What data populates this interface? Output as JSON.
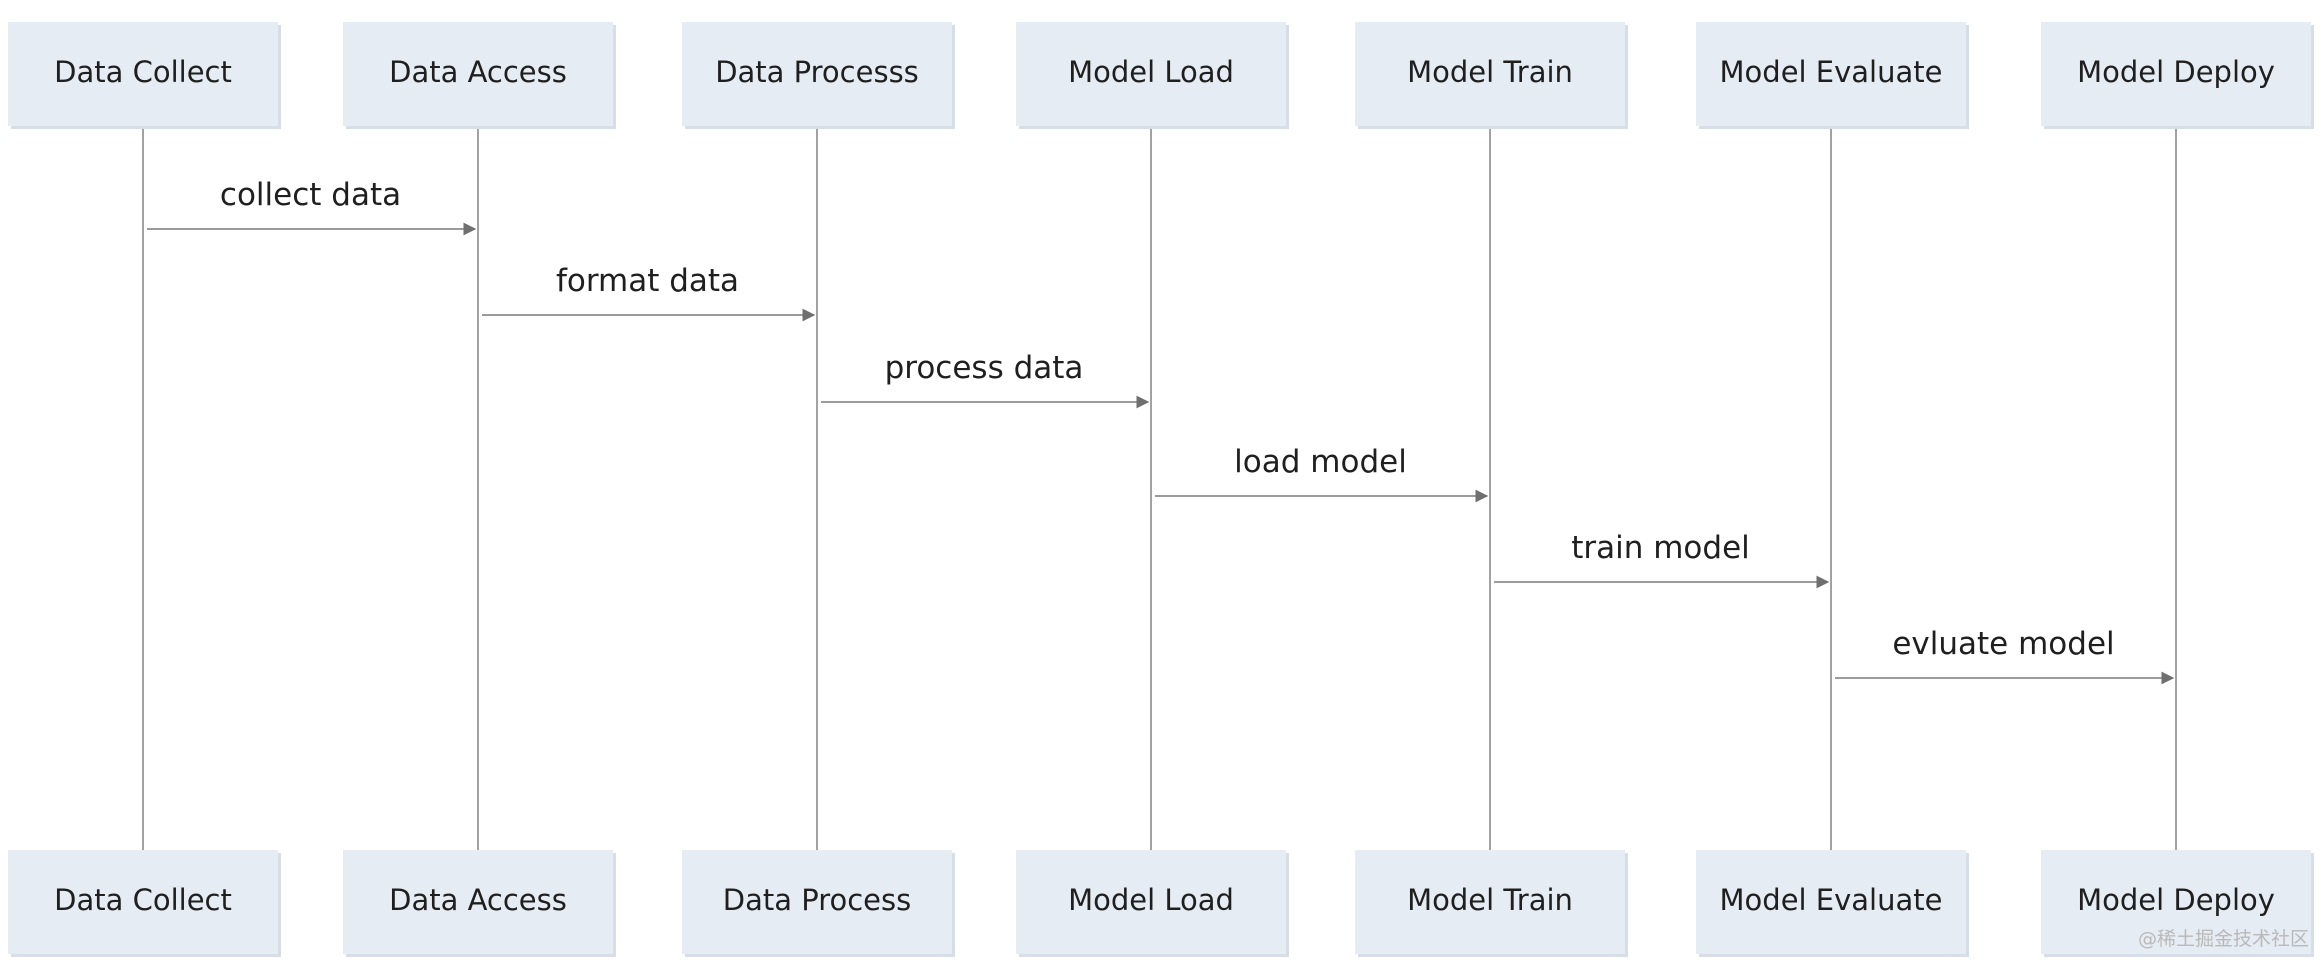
{
  "actors_top": [
    "Data Collect",
    "Data Access",
    "Data Processs",
    "Model Load",
    "Model Train",
    "Model Evaluate",
    "Model Deploy"
  ],
  "actors_bottom": [
    "Data Collect",
    "Data Access",
    "Data Process",
    "Model Load",
    "Model Train",
    "Model Evaluate",
    "Model Deploy"
  ],
  "messages": [
    {
      "from": 0,
      "to": 1,
      "label": "collect data"
    },
    {
      "from": 1,
      "to": 2,
      "label": "format data"
    },
    {
      "from": 2,
      "to": 3,
      "label": "process data"
    },
    {
      "from": 3,
      "to": 4,
      "label": "load model"
    },
    {
      "from": 4,
      "to": 5,
      "label": "train model"
    },
    {
      "from": 5,
      "to": 6,
      "label": "evluate model"
    }
  ],
  "watermark": "@稀土掘金技术社区",
  "colors": {
    "actor_fill": "#e6ecf3",
    "line": "#8a8a8a",
    "text": "#1f1f1f"
  }
}
